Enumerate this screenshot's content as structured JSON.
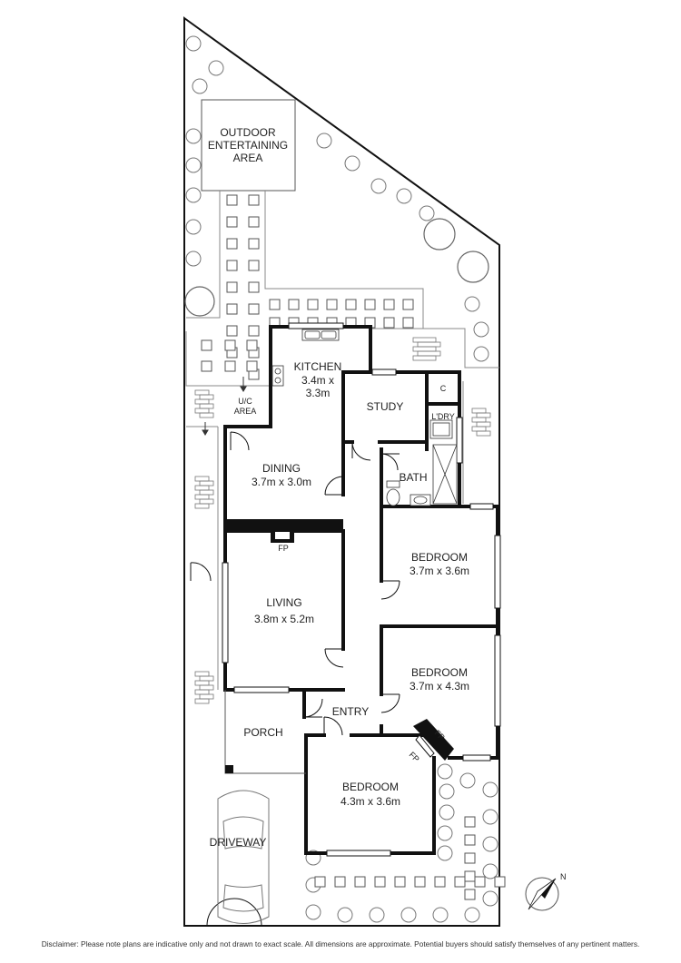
{
  "outdoor": {
    "line1": "OUTDOOR",
    "line2": "ENTERTAINING",
    "line3": "AREA"
  },
  "kitchen": {
    "name": "KITCHEN",
    "dim1": "3.4m x",
    "dim2": "3.3m"
  },
  "uc_area": {
    "line1": "U/C",
    "line2": "AREA"
  },
  "study": {
    "name": "STUDY"
  },
  "cupboard": {
    "name": "C"
  },
  "laundry": {
    "name": "L'DRY"
  },
  "bath": {
    "name": "BATH"
  },
  "dining": {
    "name": "DINING",
    "dim": "3.7m x 3.0m"
  },
  "fireplace_living": {
    "name": "FP"
  },
  "bedroom1": {
    "name": "BEDROOM",
    "dim": "3.7m x 3.6m"
  },
  "living": {
    "name": "LIVING",
    "dim": "3.8m x 5.2m"
  },
  "bedroom2": {
    "name": "BEDROOM",
    "dim": "3.7m x 4.3m"
  },
  "entry": {
    "name": "ENTRY"
  },
  "porch": {
    "name": "PORCH"
  },
  "fireplace_bed_a": {
    "name": "FP"
  },
  "fireplace_bed_b": {
    "name": "FP"
  },
  "bedroom3": {
    "name": "BEDROOM",
    "dim": "4.3m x 3.6m"
  },
  "driveway": {
    "name": "DRIVEWAY"
  },
  "compass": {
    "north": "N"
  },
  "disclaimer": "Disclaimer: Please note plans are indicative only and not drawn to exact scale. All dimensions are approximate. Potential buyers should satisfy themselves of any pertinent matters.",
  "colors": {
    "wall": "#111111",
    "line": "#555555",
    "background": "#ffffff"
  }
}
